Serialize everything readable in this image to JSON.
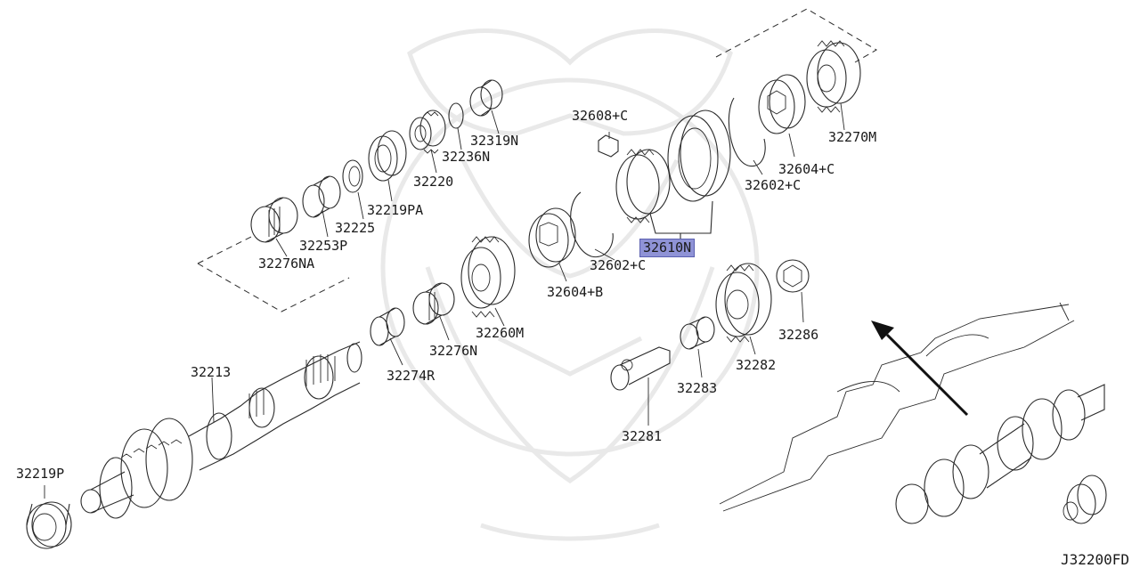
{
  "diagram_code": "J32200FD",
  "highlight_color": "#8f93d6",
  "parts": [
    {
      "id": "p32219P",
      "number": "32219P"
    },
    {
      "id": "p32213",
      "number": "32213"
    },
    {
      "id": "p32276NA",
      "number": "32276NA"
    },
    {
      "id": "p32253P",
      "number": "32253P"
    },
    {
      "id": "p32225",
      "number": "32225"
    },
    {
      "id": "p32219PA",
      "number": "32219PA"
    },
    {
      "id": "p32220",
      "number": "32220"
    },
    {
      "id": "p32236N",
      "number": "32236N"
    },
    {
      "id": "p32319N",
      "number": "32319N"
    },
    {
      "id": "p32608C",
      "number": "32608+C"
    },
    {
      "id": "p32610N",
      "number": "32610N",
      "highlighted": true
    },
    {
      "id": "p32602C_a",
      "number": "32602+C"
    },
    {
      "id": "p32604B",
      "number": "32604+B"
    },
    {
      "id": "p32260M",
      "number": "32260M"
    },
    {
      "id": "p32276N",
      "number": "32276N"
    },
    {
      "id": "p32274R",
      "number": "32274R"
    },
    {
      "id": "p32602C_b",
      "number": "32602+C"
    },
    {
      "id": "p32604C",
      "number": "32604+C"
    },
    {
      "id": "p32270M",
      "number": "32270M"
    },
    {
      "id": "p32286",
      "number": "32286"
    },
    {
      "id": "p32282",
      "number": "32282"
    },
    {
      "id": "p32283",
      "number": "32283"
    },
    {
      "id": "p32281",
      "number": "32281"
    }
  ]
}
